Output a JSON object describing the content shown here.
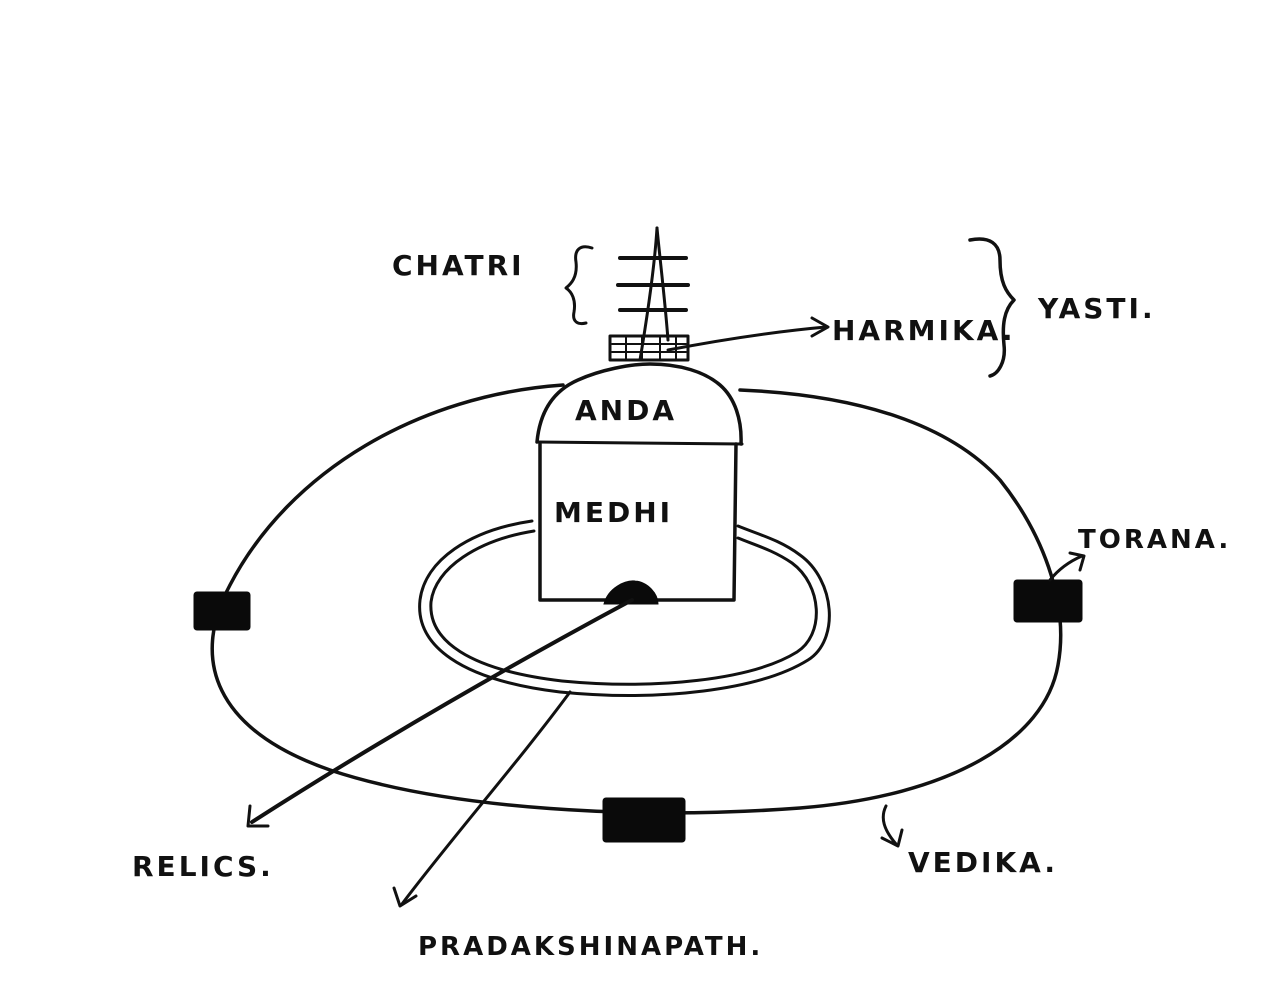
{
  "labels": {
    "chatri": "CHATRI",
    "harmika": "HARMIKA.",
    "yasti": "YASTI.",
    "anda": "ANDA",
    "medhi": "MEDHI",
    "torana": "TORANA.",
    "relics": "RELICS.",
    "vedika": "VEDIKA.",
    "pradakshinapath": "PRADAKSHINAPATH."
  },
  "colors": {
    "ink": "#111111",
    "paper": "#ffffff"
  }
}
